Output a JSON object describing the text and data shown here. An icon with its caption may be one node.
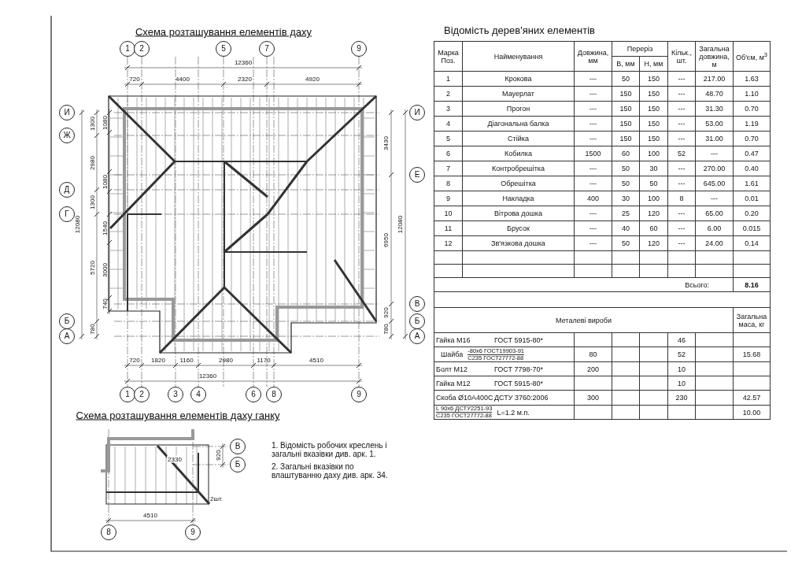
{
  "diagram": {
    "title": "Схема розташування елементів даху",
    "nodes": [
      {
        "text": [
          "1"
        ]
      },
      {
        "text": [
          "2"
        ]
      },
      {
        "text": [
          "5"
        ]
      },
      {
        "text": [
          "7"
        ]
      },
      {
        "text": [
          "9"
        ]
      },
      {
        "text": [
          "И"
        ]
      },
      {
        "text": [
          "Ж"
        ]
      },
      {
        "text": [
          "Д"
        ]
      },
      {
        "text": [
          "Г"
        ]
      },
      {
        "text": [
          "Б"
        ]
      },
      {
        "text": [
          "А"
        ]
      },
      {
        "text": [
          "И"
        ]
      },
      {
        "text": [
          "Е"
        ]
      },
      {
        "text": [
          "В"
        ]
      },
      {
        "text": [
          "Б"
        ]
      },
      {
        "text": [
          "А"
        ]
      },
      {
        "text": [
          "1"
        ]
      },
      {
        "text": [
          "2"
        ]
      },
      {
        "text": [
          "3"
        ]
      },
      {
        "text": [
          "4"
        ]
      },
      {
        "text": [
          "6"
        ]
      },
      {
        "text": [
          "8"
        ]
      },
      {
        "text": [
          "9"
        ]
      },
      {
        "text": [
          "В"
        ]
      },
      {
        "text": [
          "Б"
        ]
      },
      {
        "text": [
          "8"
        ]
      },
      {
        "text": [
          "9"
        ]
      }
    ],
    "labels": [
      "12360",
      "720",
      "4400",
      "2320",
      "4920",
      "12080",
      "1300",
      "2980",
      "1300",
      "5720",
      "780",
      "1080",
      "1080",
      "1540",
      "3000",
      "740",
      "3430",
      "6950",
      "920",
      "780",
      "12080",
      "720",
      "1820",
      "1160",
      "2980",
      "1170",
      "4510",
      "12360",
      "Схема розташування елементів даху ганку",
      "4510",
      "2330",
      "920",
      "2шт.",
      "1. Відомість робочих креслень і загальні вказівки див. арк. 1.",
      "2. Загальні вказівки по влаштуванню даху див. арк. 34.",
      "Відомість дерев'яних елементів",
      "Марка Поз.",
      "Найменування",
      "Довжина, мм",
      "Переріз",
      "Кільк., шт.",
      "Загальна довжина, м",
      "Об'єм, м$^{3}$",
      "В, мм",
      "Н, мм",
      "1",
      "Крокова",
      "---",
      "50",
      "150",
      "---",
      "217.00",
      "1.63",
      "2",
      "Мауерлат",
      "---",
      "150",
      "150",
      "---",
      "48.70",
      "1.10",
      "3",
      "Прогон",
      "---",
      "150",
      "150",
      "---",
      "31.30",
      "0.70",
      "4",
      "Діагональна балка",
      "---",
      "150",
      "150",
      "---",
      "53.00",
      "1.19",
      "5",
      "Стійка",
      "---",
      "150",
      "150",
      "---",
      "31.00",
      "0.70",
      "6",
      "Кобилка",
      "1500",
      "60",
      "100",
      "52",
      "---",
      "0.47",
      "7",
      "Контробрешітка",
      "---",
      "50",
      "30",
      "---",
      "270.00",
      "0.40",
      "8",
      "Обрешітка",
      "---",
      "50",
      "50",
      "---",
      "645.00",
      "1.61",
      "9",
      "Накладка",
      "400",
      "30",
      "100",
      "8",
      "---",
      "0.01",
      "10",
      "Вітрова дошка",
      "---",
      "25",
      "120",
      "---",
      "65.00",
      "0.20",
      "11",
      "Брусок",
      "---",
      "40",
      "60",
      "---",
      "6.00",
      "0.015",
      "12",
      "Зв'язкова дошка",
      "---",
      "50",
      "120",
      "---",
      "24.00",
      "0.14",
      "Всього:",
      "8.16",
      "Металеві вироби",
      "Загальна маса, кг",
      "Гайка М16",
      "ГОСТ 5915-80*",
      "46",
      "Шайба",
      "-80х6 ГОСТ19903-91",
      "С235 ГОСТ27772-88",
      "80",
      "52",
      "15.68",
      "Болт М12",
      "ГОСТ 7798-70*",
      "200",
      "10",
      "Гайка М12",
      "ГОСТ 5915-80*",
      "10",
      "Скоба Ø10А400С",
      "ДСТУ 3760:2006",
      "300",
      "230",
      "42.57",
      "L 90х6 ДСТУ2251-93",
      "С235 ГОСТ27772-88",
      "L=1.2 м.п.",
      "10.00"
    ]
  }
}
